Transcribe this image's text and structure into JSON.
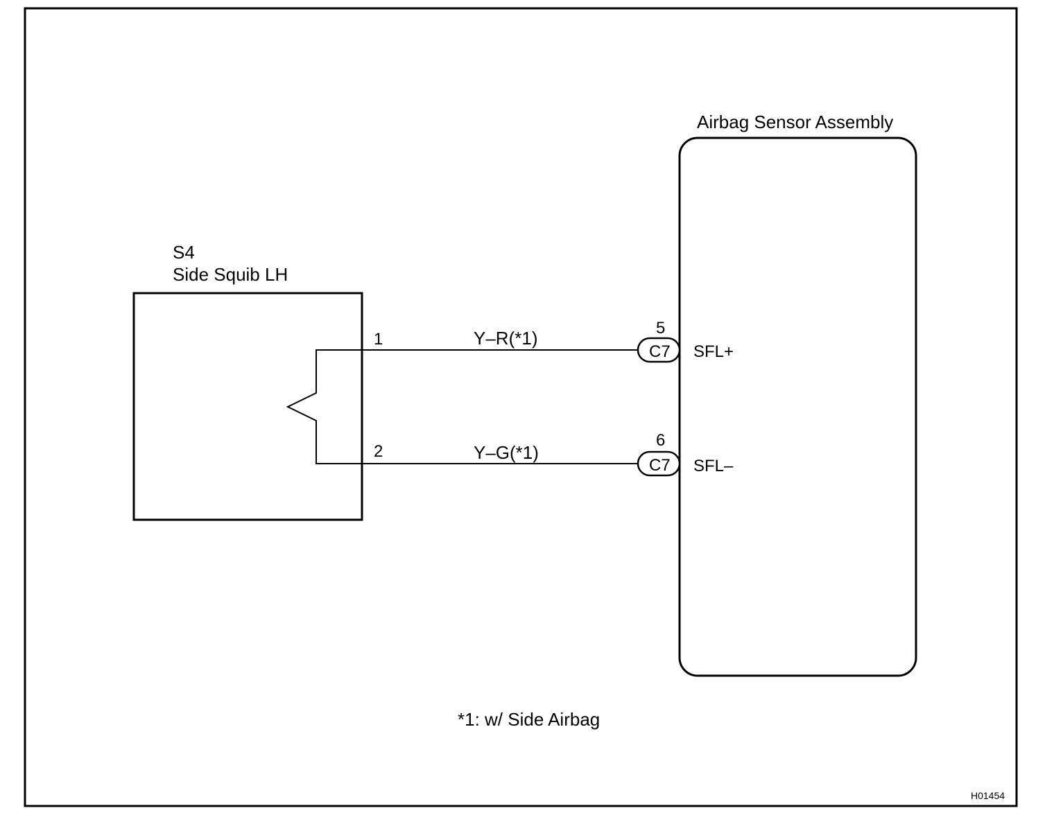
{
  "squib": {
    "code": "S4",
    "name": "Side Squib LH",
    "pin1": "1",
    "pin2": "2"
  },
  "sensor": {
    "name": "Airbag Sensor Assembly",
    "pin_a_number": "5",
    "pin_a_connector": "C7",
    "pin_a_signal": "SFL+",
    "pin_b_number": "6",
    "pin_b_connector": "C7",
    "pin_b_signal": "SFL–"
  },
  "wires": {
    "wire1_color": "Y–R(*1)",
    "wire2_color": "Y–G(*1)"
  },
  "footnote": "*1: w/ Side Airbag",
  "figure_id": "H01454"
}
